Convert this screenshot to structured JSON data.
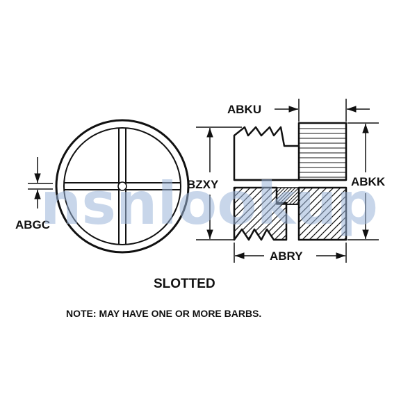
{
  "labels": {
    "abku": "ABKU",
    "bzxy": "BZXY",
    "abkk": "ABKK",
    "abgc": "ABGC",
    "abry": "ABRY"
  },
  "title": "SLOTTED",
  "note": "NOTE: MAY HAVE ONE OR MORE BARBS.",
  "watermark": "nsnlookup",
  "colors": {
    "line": "#111111",
    "watermark": "#9ab4d8",
    "abgc_last_letter": "#d9822b"
  }
}
